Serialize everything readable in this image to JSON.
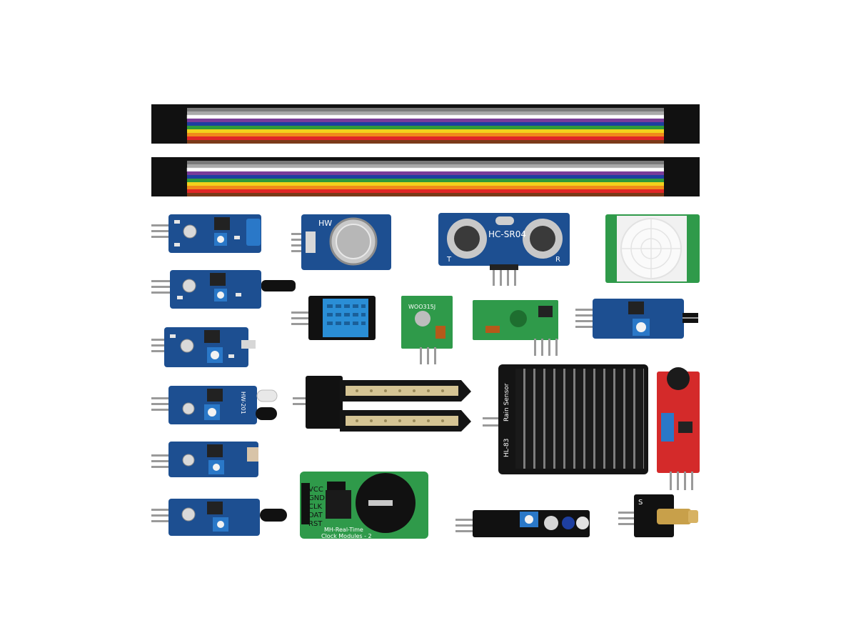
{
  "colors": {
    "background": "#ffffff",
    "pcb_blue": "#1d4f91",
    "pcb_green": "#2f9a4a",
    "pcb_red": "#d42a2a",
    "pcb_black": "#111111",
    "potentiometer_blue": "#2a78c8",
    "wires": [
      "#111111",
      "#7a7a7a",
      "#a9a9a9",
      "#ffffff",
      "#7a3c99",
      "#1e3fa0",
      "#2f9a3a",
      "#f2d21c",
      "#f08a1a",
      "#e02626",
      "#7a3a18"
    ]
  },
  "icons": {
    "ribbon_cable": "dupont-ribbon-cable-icon",
    "pin_header": "pin-header-icon",
    "potentiometer": "potentiometer-icon",
    "coin_cell": "coin-cell-holder-icon",
    "pir_dome": "fresnel-dome-icon",
    "ultrasonic": "ultrasonic-transducer-icon"
  },
  "labels": {
    "gas_sensor": "HW",
    "ultrasonic": "HC-SR04",
    "ultrasonic_t": "T",
    "ultrasonic_r": "R",
    "rtc_pins": [
      "VCC",
      "GND",
      "CLK",
      "DAT",
      "RST"
    ],
    "rtc_title": "MH-Real-Time",
    "rtc_subtitle": "Clock Modules - 2",
    "rain_sensor": "Rain Sensor",
    "rain_model": "HL-83",
    "laser_s": "S",
    "flame": "HW-201",
    "rf_tx": "WOO315J"
  }
}
